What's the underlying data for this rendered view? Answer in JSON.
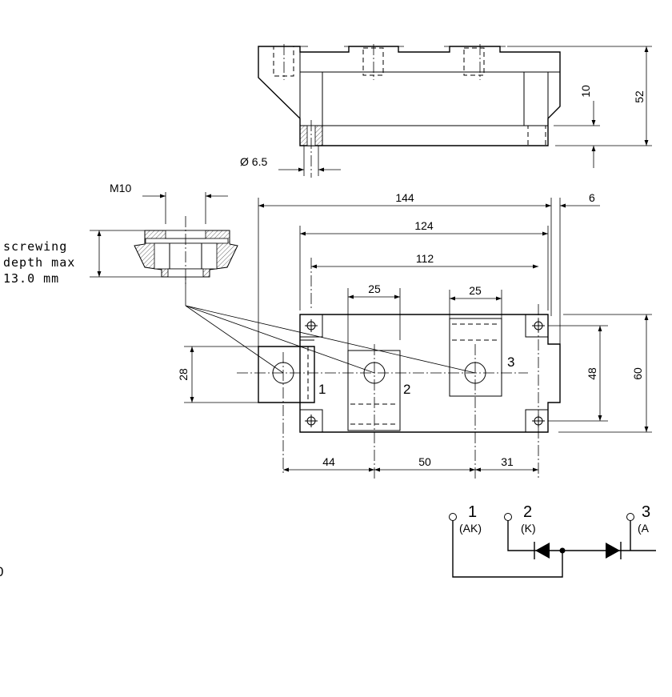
{
  "dimensions": {
    "overall_length": "144",
    "mount_hole_spacing": "124",
    "terminal_span": "112",
    "terminal_width_2": "25",
    "terminal_width_3": "25",
    "wall": "6",
    "base_height": "10",
    "total_height": "52",
    "hole_diameter": "Ø 6.5",
    "thread": "M10",
    "terminal_height": "28",
    "mount_hole_spacing_y": "48",
    "overall_width": "60",
    "pitch_1": "44",
    "pitch_2": "50",
    "pitch_3": "31"
  },
  "note": {
    "line1": "screwing",
    "line2": "depth max",
    "line3": "13.0 mm"
  },
  "terminals": {
    "t1": "1",
    "t2": "2",
    "t3": "3"
  },
  "schematic": {
    "pin1": "1",
    "pin1_role": "(AK)",
    "pin2": "2",
    "pin2_role": "(K)",
    "pin3": "3",
    "pin3_role": "(A"
  },
  "edge_fragment": "0"
}
